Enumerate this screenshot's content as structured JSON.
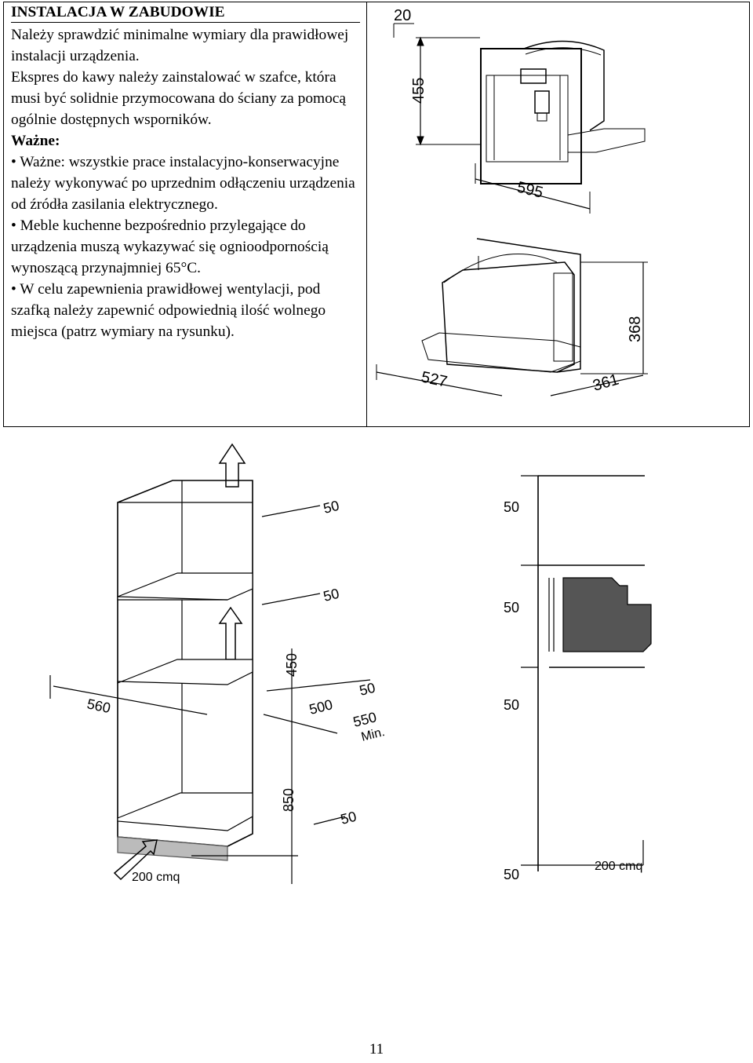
{
  "section": {
    "title": "INSTALACJA W ZABUDOWIE",
    "paragraphs": [
      "Należy sprawdzić minimalne wymiary dla prawidłowej instalacji urządzenia.",
      "Ekspres do kawy należy zainstalować w szafce, która musi być solidnie przymocowana do ściany za pomocą ogólnie dostępnych wsporników."
    ],
    "important_heading": "Ważne:",
    "bullets": [
      "• Ważne: wszystkie prace instalacyjno-konserwacyjne należy wykonywać po uprzednim odłączeniu urządzenia od źródła zasilania elektrycznego.",
      "• Meble kuchenne bezpośrednio przylegające do urządzenia muszą wykazywać się ognioodpornością wynoszącą przynajmniej 65°C.",
      "• W celu zapewnienia prawidłowej wentylacji, pod szafką należy zapewnić odpowiednią ilość wolnego miejsca (patrz wymiary na rysunku)."
    ]
  },
  "figure_top": {
    "dims": {
      "d20": "20",
      "d455": "455",
      "d595": "595",
      "d368": "368",
      "d527": "527",
      "d361": "361"
    }
  },
  "figure_bottom": {
    "left_dims": {
      "d50a": "50",
      "d50b": "50",
      "d450": "450",
      "d50c": "50",
      "d500": "500",
      "d550": "550",
      "min": "Min.",
      "d560": "560",
      "d850": "850",
      "d50d": "50",
      "cmq": "200 cmq"
    },
    "right_dims": {
      "d50a": "50",
      "d50b": "50",
      "d50c": "50",
      "d50d": "50",
      "cmq": "200 cmq"
    }
  },
  "footer": {
    "page_number": "11"
  }
}
